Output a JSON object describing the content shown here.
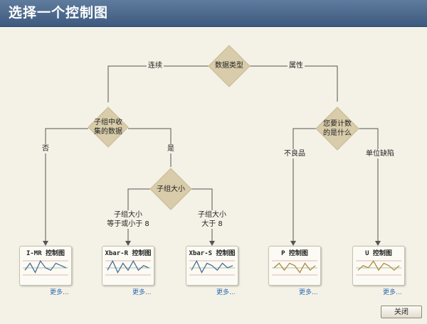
{
  "window": {
    "title": "选择一个控制图"
  },
  "decisions": {
    "data_type": "数据类型",
    "subgroup_collect": [
      "子组中收",
      "集的数据"
    ],
    "subgroup_size": "子组大小",
    "count_what": [
      "您要计数",
      "的是什么"
    ]
  },
  "branches": {
    "continuous": "连续",
    "attribute": "属性",
    "no": "否",
    "yes": "是",
    "size_le8": [
      "子组大小",
      "等于或小于 8"
    ],
    "size_gt8": [
      "子组大小",
      "大于 8"
    ],
    "defectives": "不良品",
    "defects_per_unit": "单位缺陷"
  },
  "charts": [
    {
      "title": "I-MR 控制图",
      "more": "更多...",
      "line_color": "#4a6f96",
      "series": [
        3,
        6,
        2,
        7,
        4,
        3,
        6,
        5,
        4
      ]
    },
    {
      "title": "Xbar-R 控制图",
      "more": "更多...",
      "line_color": "#4a6f96",
      "series": [
        3,
        7,
        2,
        6,
        3,
        7,
        3,
        5,
        4
      ]
    },
    {
      "title": "Xbar-S 控制图",
      "more": "更多...",
      "line_color": "#4a6f96",
      "series": [
        3,
        7,
        2,
        6,
        5,
        3,
        6,
        4,
        5
      ]
    },
    {
      "title": "P 控制图",
      "more": "更多...",
      "line_color": "#b08a3e",
      "series": [
        4,
        6,
        3,
        6,
        5,
        2,
        6,
        3,
        5
      ]
    },
    {
      "title": "U 控制图",
      "more": "更多...",
      "line_color": "#b08a3e",
      "series": [
        3,
        5,
        4,
        7,
        3,
        6,
        5,
        3,
        5
      ]
    }
  ],
  "colors": {
    "diamond_fill": "#d8ccaa",
    "connector": "#555555",
    "limit_line": "#d9a296",
    "title_bar": "#4a6a92"
  },
  "footer": {
    "close_label": "关闭"
  }
}
